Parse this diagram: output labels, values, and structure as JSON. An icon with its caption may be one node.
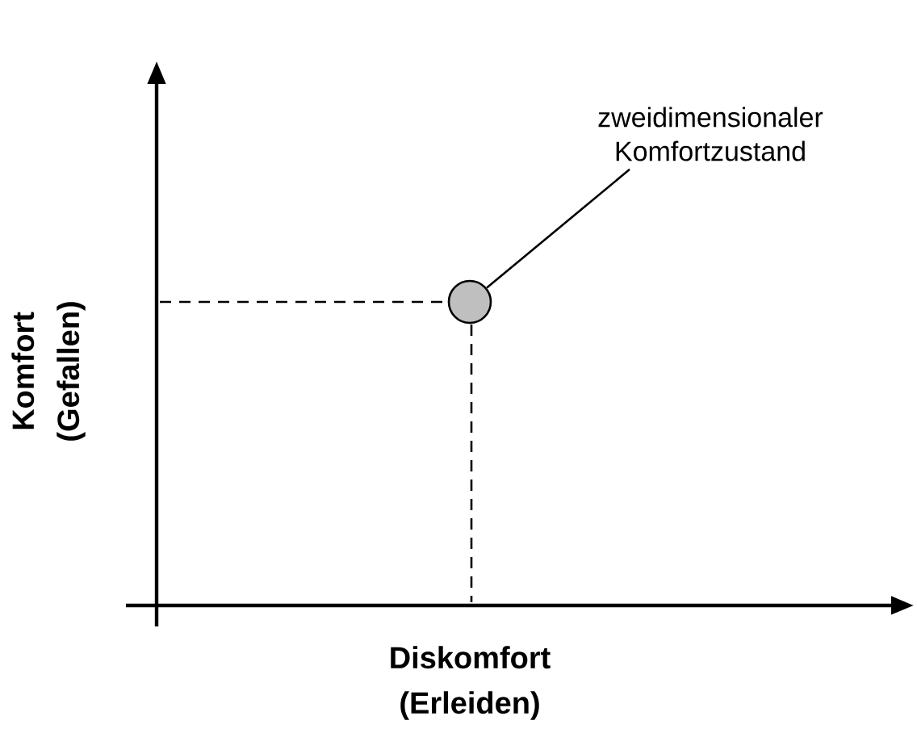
{
  "diagram": {
    "nodes": [
      {
        "text": [
          "zweidimensionaler Komfortzustand"
        ]
      },
      {
        "text": [],
        "shape": "circle"
      }
    ],
    "edges": [
      {
        "from": 0,
        "to": 1,
        "arrow": "none"
      }
    ],
    "labels": [
      "Komfort (Gefallen)",
      "Diskomfort (Erleiden)"
    ]
  }
}
